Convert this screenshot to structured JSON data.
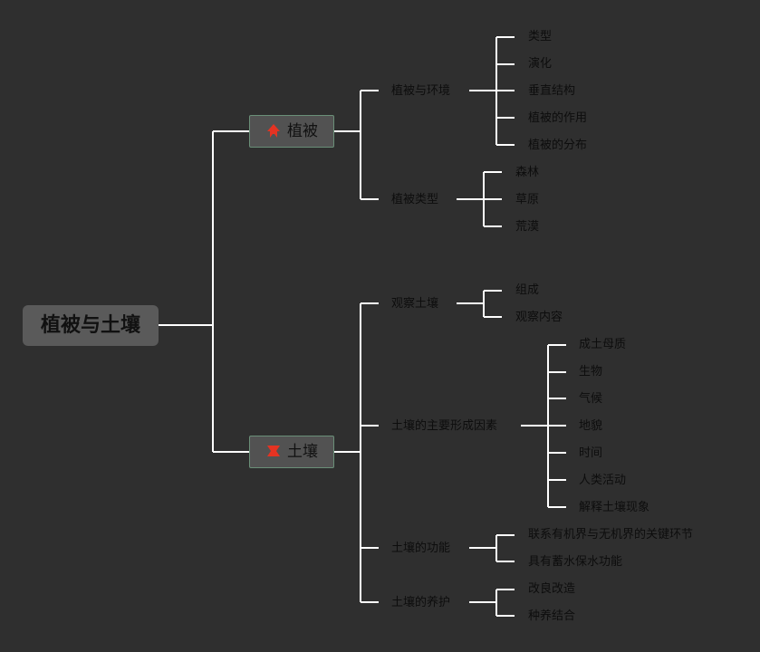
{
  "root": {
    "label": "植被与土壤"
  },
  "branches": [
    {
      "label": "植被",
      "icon": "flame-icon",
      "icon_color": "#e53322",
      "children": [
        {
          "label": "植被与环境",
          "leaves": [
            "类型",
            "演化",
            "垂直结构",
            "植被的作用",
            "植被的分布"
          ]
        },
        {
          "label": "植被类型",
          "leaves": [
            "森林",
            "草原",
            "荒漠"
          ]
        }
      ]
    },
    {
      "label": "土壤",
      "icon": "flag-icon",
      "icon_color": "#e53322",
      "children": [
        {
          "label": "观察土壤",
          "leaves": [
            "组成",
            "观察内容"
          ]
        },
        {
          "label": "土壤的主要形成因素",
          "leaves": [
            "成土母质",
            "生物",
            "气候",
            "地貌",
            "时间",
            "人类活动",
            "解释土壤现象"
          ]
        },
        {
          "label": "土壤的功能",
          "leaves": [
            "联系有机界与无机界的关键环节",
            "具有蓄水保水功能"
          ]
        },
        {
          "label": "土壤的养护",
          "leaves": [
            "改良改造",
            "种养结合"
          ]
        }
      ]
    }
  ],
  "colors": {
    "background": "#2f2f2f",
    "line": "#ffffff",
    "root_fill": "#5a5a5a",
    "branch_fill": "#525252",
    "branch_border": "#6a8f78"
  }
}
